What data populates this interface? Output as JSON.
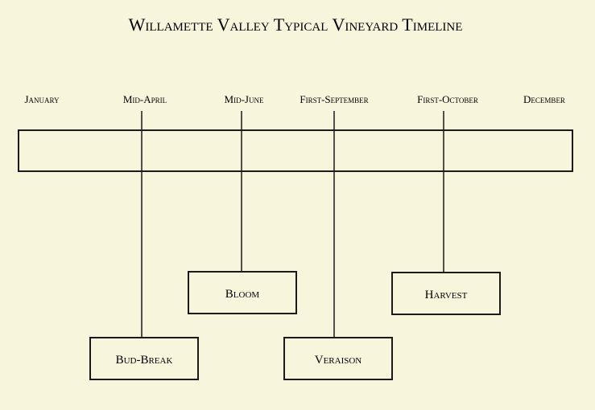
{
  "title": "Willamette Valley Typical Vineyard Timeline",
  "months": [
    "January",
    "Mid-April",
    "Mid-June",
    "First-September",
    "First-October",
    "December"
  ],
  "events": [
    {
      "label": "Bud-Break",
      "at": "Mid-April"
    },
    {
      "label": "Bloom",
      "at": "Mid-June"
    },
    {
      "label": "Veraison",
      "at": "First-September"
    },
    {
      "label": "Harvest",
      "at": "First-October"
    }
  ],
  "colors": {
    "background": "#f8f5dd",
    "ink": "#1a1a1a"
  }
}
